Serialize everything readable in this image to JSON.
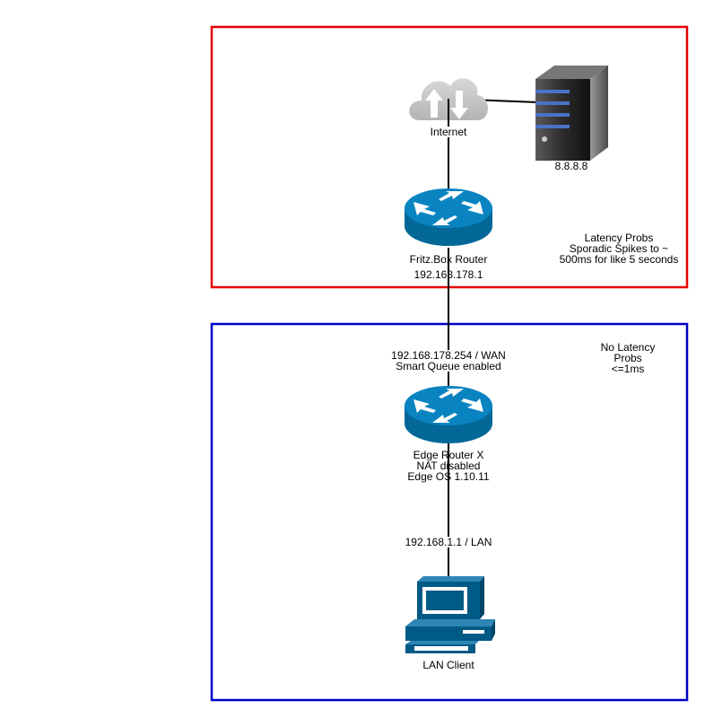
{
  "zones": {
    "upper": {
      "border_color": "#e60000"
    },
    "lower": {
      "border_color": "#0000cc"
    }
  },
  "nodes": {
    "internet": {
      "label": "Internet",
      "icon": "cloud-icon"
    },
    "dns_server": {
      "label": "8.8.8.8",
      "icon": "server-icon"
    },
    "fritzbox": {
      "line1": "Fritz.Box Router",
      "line2": "192.168.178.1",
      "icon": "router-icon"
    },
    "edge_router": {
      "line1": "Edge Router X",
      "line2": "NAT disabled",
      "line3": "Edge OS 1.10.11",
      "icon": "router-icon"
    },
    "lan_client": {
      "label": "LAN Client",
      "icon": "computer-icon"
    }
  },
  "links": {
    "wan": {
      "line1": "192.168.178.254 / WAN",
      "line2": "Smart Queue enabled"
    },
    "lan": {
      "label": "192.168.1.1 / LAN"
    }
  },
  "notes": {
    "upper": {
      "line1": "Latency Probs",
      "line2": "Sporadic Spikes to ~",
      "line3": "500ms for like 5 seconds"
    },
    "lower": {
      "line1": "No Latency",
      "line2": "Probs",
      "line3": "<=1ms"
    }
  },
  "colors": {
    "router_blue": "#036897",
    "router_top": "#0a84c1",
    "monitor_blue": "#005a86",
    "cloud_grey": "#c8c8c8"
  }
}
